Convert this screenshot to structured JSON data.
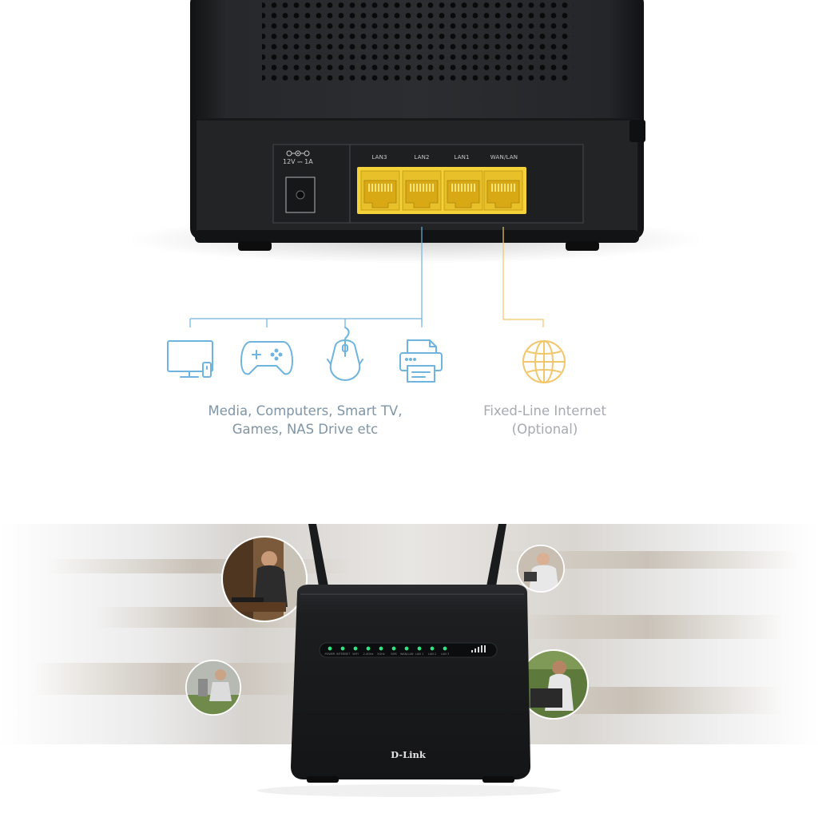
{
  "ports": {
    "power_rating": "12V ⎓ 1A",
    "lan3": "LAN3",
    "lan2": "LAN2",
    "lan1": "LAN1",
    "wan": "WAN/LAN"
  },
  "captions": {
    "devices_line1": "Media, Computers, Smart TV,",
    "devices_line2": "Games, NAS Drive etc",
    "internet_line1": "Fixed-Line Internet",
    "internet_line2": "(Optional)"
  },
  "icons": {
    "tv": "smart-tv-icon",
    "gamepad": "gamepad-icon",
    "mouse": "mouse-icon",
    "printer": "printer-icon",
    "globe": "globe-icon"
  },
  "colors": {
    "lan_line": "#6fb4de",
    "wan_line": "#f2c66a",
    "port_yellow": "#f4d23a",
    "router_body": "#1b1c1e"
  },
  "router_front": {
    "brand": "D-Link",
    "led_labels": [
      "POWER",
      "INTERNET",
      "WIFI",
      "2.4GHz",
      "5GHz",
      "SMS",
      "WAN/LAN",
      "LAN 1",
      "LAN 2",
      "LAN 3"
    ]
  }
}
